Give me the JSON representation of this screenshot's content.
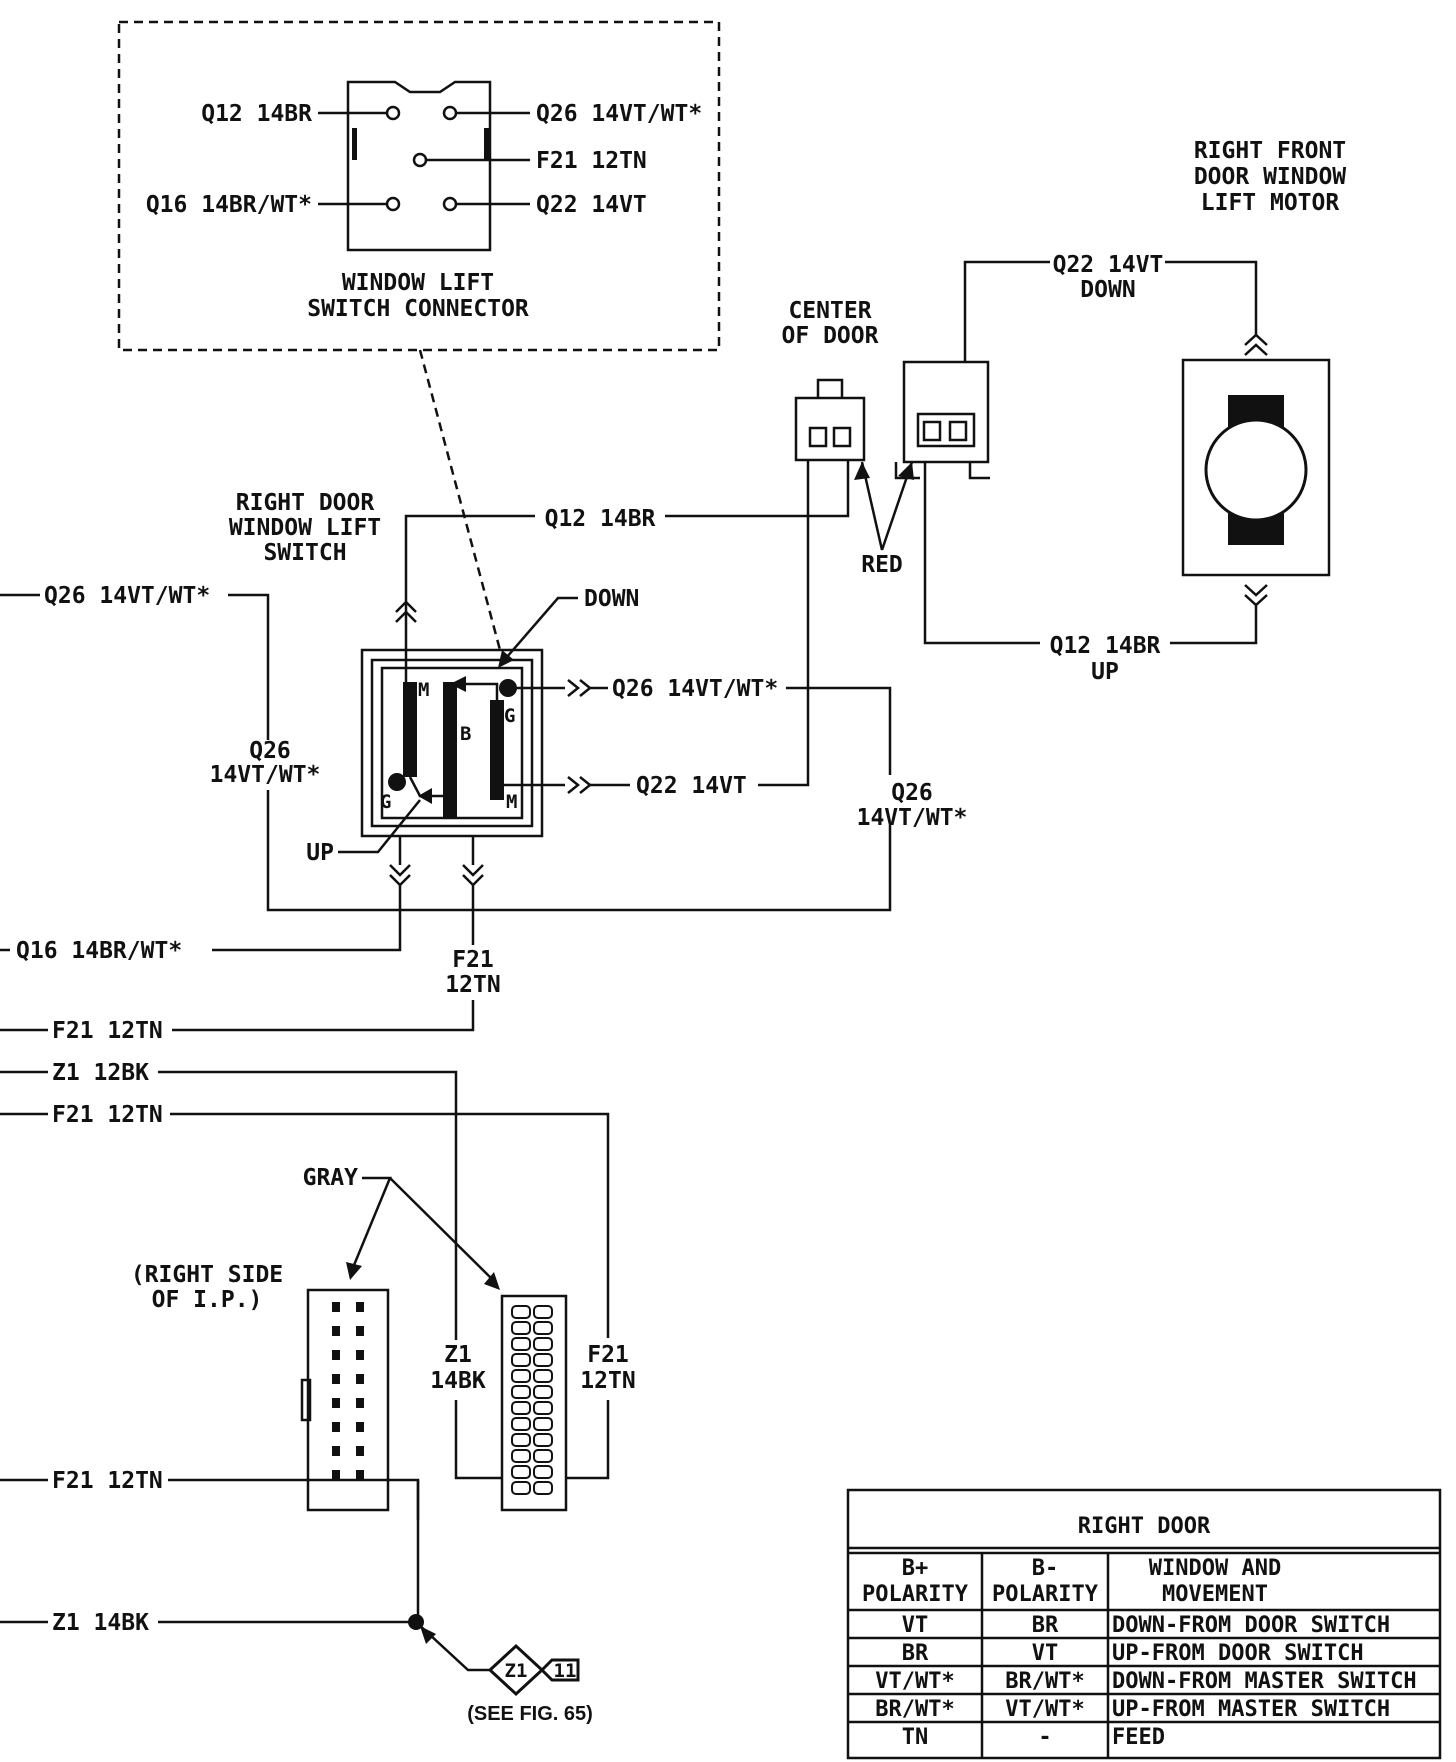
{
  "switch_connector": {
    "title": [
      "WINDOW LIFT",
      "SWITCH CONNECTOR"
    ],
    "pins": {
      "q12": "Q12 14BR",
      "q26": "Q26 14VT/WT*",
      "f21": "F21 12TN",
      "q16": "Q16 14BR/WT*",
      "q22": "Q22 14VT"
    }
  },
  "motor": {
    "title": [
      "RIGHT FRONT",
      "DOOR WINDOW",
      "LIFT MOTOR"
    ],
    "top_wire": "Q22 14VT",
    "top_dir": "DOWN",
    "bottom_wire": "Q12 14BR",
    "bottom_dir": "UP"
  },
  "center_door": {
    "title": [
      "CENTER",
      "OF DOOR"
    ],
    "color": "RED"
  },
  "door_switch": {
    "title": [
      "RIGHT DOOR",
      "WINDOW LIFT",
      "SWITCH"
    ],
    "down": "DOWN",
    "up": "UP",
    "pin_m1": "M",
    "pin_m2": "M",
    "pin_b": "B",
    "pin_g1": "G",
    "pin_g2": "G"
  },
  "wires": {
    "q12_top": "Q12 14BR",
    "q26_left": "Q26 14VT/WT*",
    "q26_out": "Q26 14VT/WT*",
    "q22_out": "Q22 14VT",
    "q26_vert_left": [
      "Q26",
      "14VT/WT*"
    ],
    "q26_vert_right": [
      "Q26",
      "14VT/WT*"
    ],
    "q16_left": "Q16 14BR/WT*",
    "f21_vert": [
      "F21",
      "12TN"
    ],
    "f21_left1": "F21 12TN",
    "z1_left": "Z1 12BK",
    "f21_left2": "F21 12TN",
    "z1_vert": [
      "Z1",
      "14BK"
    ],
    "f21_vert2": [
      "F21",
      "12TN"
    ],
    "f21_left3": "F21 12TN",
    "z1_left2": "Z1 14BK"
  },
  "ip_connector": {
    "title": [
      "(RIGHT SIDE",
      "OF I.P.)"
    ],
    "color": "GRAY"
  },
  "ground": {
    "id": "Z1",
    "num": "11",
    "ref": "(SEE FIG. 65)"
  },
  "table": {
    "title": "RIGHT DOOR",
    "headers": [
      [
        "B+",
        "POLARITY"
      ],
      [
        "B-",
        "POLARITY"
      ],
      [
        "WINDOW AND",
        "MOVEMENT"
      ]
    ],
    "rows": [
      [
        "VT",
        "BR",
        "DOWN-FROM DOOR SWITCH"
      ],
      [
        "BR",
        "VT",
        "UP-FROM DOOR SWITCH"
      ],
      [
        "VT/WT*",
        "BR/WT*",
        "DOWN-FROM MASTER SWITCH"
      ],
      [
        "BR/WT*",
        "VT/WT*",
        "UP-FROM MASTER SWITCH"
      ],
      [
        "TN",
        "-",
        "FEED"
      ]
    ]
  }
}
